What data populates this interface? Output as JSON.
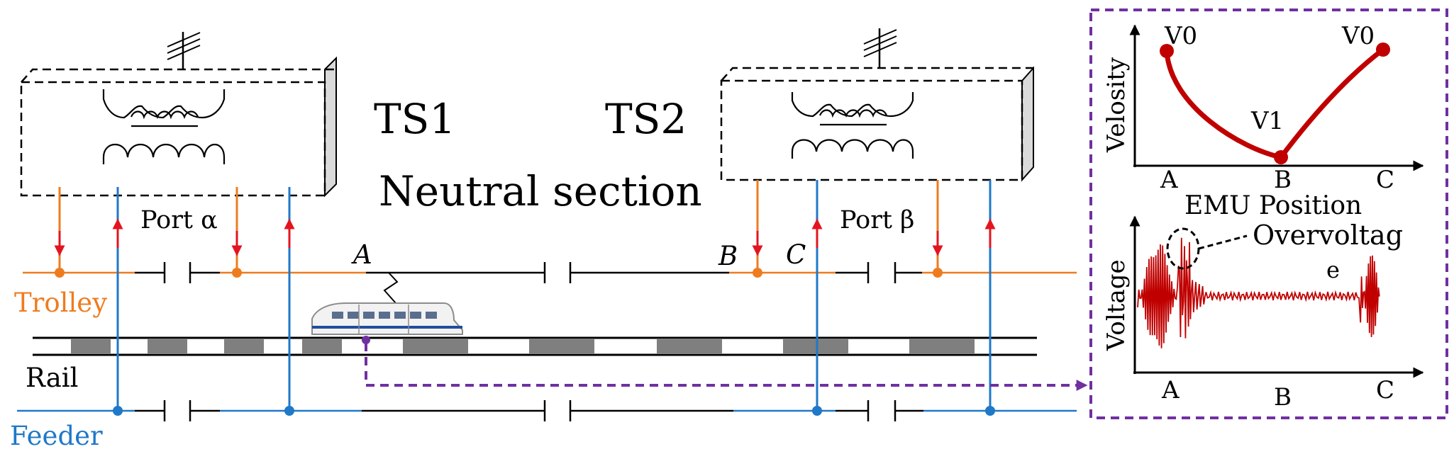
{
  "substations": {
    "ts1": "TS1",
    "ts2": "TS2"
  },
  "neutral_label": "Neutral section",
  "ports": {
    "alpha": "Port α",
    "beta": "Port β"
  },
  "points": {
    "a": "A",
    "b": "B",
    "c": "C"
  },
  "lines": {
    "trolley": "Trolley",
    "rail": "Rail",
    "feeder": "Feeder"
  },
  "inset": {
    "velocity": {
      "ylabel": "Velosity",
      "v0_left": "V0",
      "v0_right": "V0",
      "v1": "V1",
      "x_ticks": [
        "A",
        "B",
        "C"
      ],
      "xlabel": "EMU Position"
    },
    "voltage": {
      "ylabel": "Voltage",
      "annotation": "Overvoltag",
      "e_label": "e",
      "x_ticks": [
        "A",
        "B",
        "C"
      ]
    }
  },
  "colors": {
    "trolley": "#ee7c1f",
    "feeder": "#1f78c8",
    "arrow": "#e3141e",
    "link": "#7030a0",
    "curve": "#c00000",
    "black": "#000000"
  }
}
